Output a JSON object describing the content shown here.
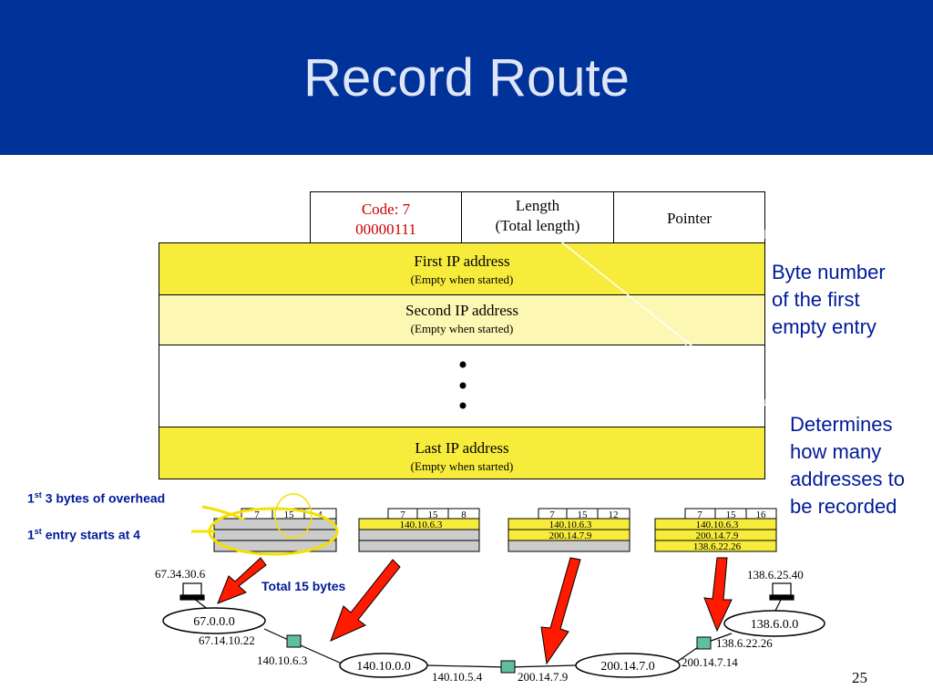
{
  "title": "Record Route",
  "page_number": "25",
  "format": {
    "code_line1": "Code: 7",
    "code_line2": "00000111",
    "length_line1": "Length",
    "length_line2": "(Total length)",
    "pointer": "Pointer",
    "rows": [
      {
        "main": "First IP address",
        "sub": "(Empty when started)"
      },
      {
        "main": "Second IP address",
        "sub": "(Empty when started)"
      },
      {
        "main": "Last IP address",
        "sub": "(Empty when started)"
      }
    ]
  },
  "notes": {
    "pointer_note": [
      "Byte number",
      "of the first",
      "empty entry"
    ],
    "length_note": [
      "Determines",
      "how many",
      "addresses to",
      "be recorded"
    ]
  },
  "labels": {
    "overhead_sup": "st",
    "overhead_pre": "1",
    "overhead_text": "3 bytes of overhead",
    "entry_pre": "1",
    "entry_sup": "st",
    "entry_text": "entry starts at 4",
    "total": "Total 15 bytes"
  },
  "packets": [
    {
      "code": "7",
      "length": "15",
      "pointer": "4",
      "entries": []
    },
    {
      "code": "7",
      "length": "15",
      "pointer": "8",
      "entries": [
        "140.10.6.3"
      ]
    },
    {
      "code": "7",
      "length": "15",
      "pointer": "12",
      "entries": [
        "140.10.6.3",
        "200.14.7.9"
      ]
    },
    {
      "code": "7",
      "length": "15",
      "pointer": "16",
      "entries": [
        "140.10.6.3",
        "200.14.7.9",
        "138.6.22.26"
      ]
    }
  ],
  "network": {
    "host_left": "67.34.30.6",
    "host_right": "138.6.25.40",
    "net1": "67.0.0.0",
    "net2": "140.10.0.0",
    "net3": "200.14.7.0",
    "net4": "138.6.0.0",
    "if1": "67.14.10.22",
    "if2": "140.10.6.3",
    "if3": "140.10.5.4",
    "if4": "200.14.7.9",
    "if5": "200.14.7.14",
    "if6": "138.6.22.26"
  },
  "colors": {
    "header": "#003399",
    "yellow": "#f7ec3c",
    "pale_yellow": "#fdf7b4",
    "gray": "#cccccc",
    "arrow_red": "#ff1a00",
    "router": "#5fbfa3"
  }
}
